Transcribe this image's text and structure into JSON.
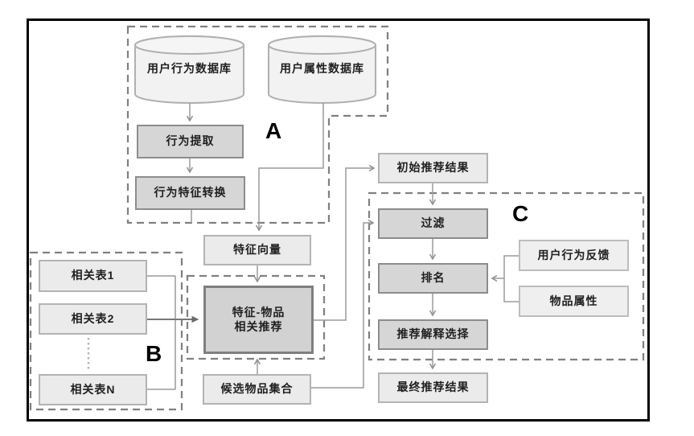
{
  "sections": {
    "a": {
      "label": "A",
      "behavior_db": "用户行为数据库",
      "attribute_db": "用户属性数据库",
      "behavior_extraction": "行为提取",
      "feature_conversion": "行为特征转换"
    },
    "b": {
      "label": "B",
      "table_1": "相关表1",
      "table_2": "相关表2",
      "table_n": "相关表N"
    },
    "c": {
      "label": "C",
      "filter": "过滤",
      "ranking": "排名",
      "explanation_selection": "推荐解释选择",
      "user_feedback": "用户行为反馈",
      "item_attributes": "物品属性"
    },
    "flow": {
      "feature_vector": "特征向量",
      "feature_item_line1": "特征-物品",
      "feature_item_line2": "相关推荐",
      "candidate_items": "候选物品集合",
      "initial_results": "初始推荐结果",
      "final_results": "最终推荐结果"
    }
  },
  "colors": {
    "frame_border": "#000000",
    "dashed_border": "#808080",
    "light_box_fill": "#ebebeb",
    "light_box_border": "#b3b3b3",
    "dark_box_fill": "#d6d6d6",
    "dark_box_border": "#8c8c8c",
    "cylinder_fill": "#f2f2f2",
    "connector": "#999999",
    "text": "#1f1f1f"
  }
}
